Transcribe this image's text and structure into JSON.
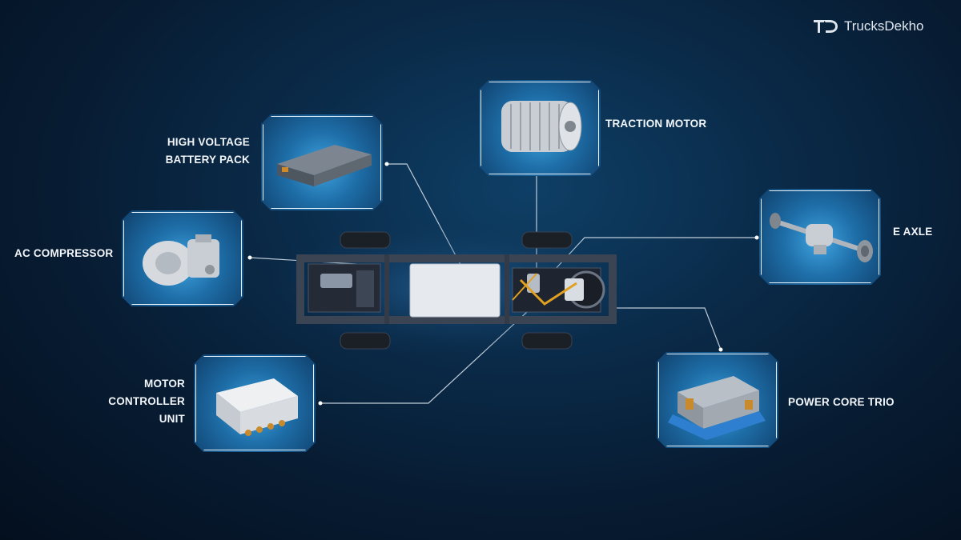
{
  "brand": {
    "name": "TrucksDekho",
    "logo_icon": "td-logo-icon"
  },
  "components": [
    {
      "id": "battery",
      "label": "HIGH VOLTAGE\nBATTERY PACK",
      "icon": "battery-pack-icon"
    },
    {
      "id": "traction",
      "label": "TRACTION MOTOR",
      "icon": "traction-motor-icon"
    },
    {
      "id": "ac",
      "label": "AC COMPRESSOR",
      "icon": "ac-compressor-icon"
    },
    {
      "id": "eaxle",
      "label": "E AXLE",
      "icon": "e-axle-icon"
    },
    {
      "id": "mcu",
      "label": "MOTOR\nCONTROLLER\nUNIT",
      "icon": "motor-controller-icon"
    },
    {
      "id": "power",
      "label": "POWER CORE TRIO",
      "icon": "power-core-icon"
    }
  ],
  "colors": {
    "background": "#071b31",
    "card_glow": "#3fa3df",
    "line": "#dfe8f0"
  }
}
